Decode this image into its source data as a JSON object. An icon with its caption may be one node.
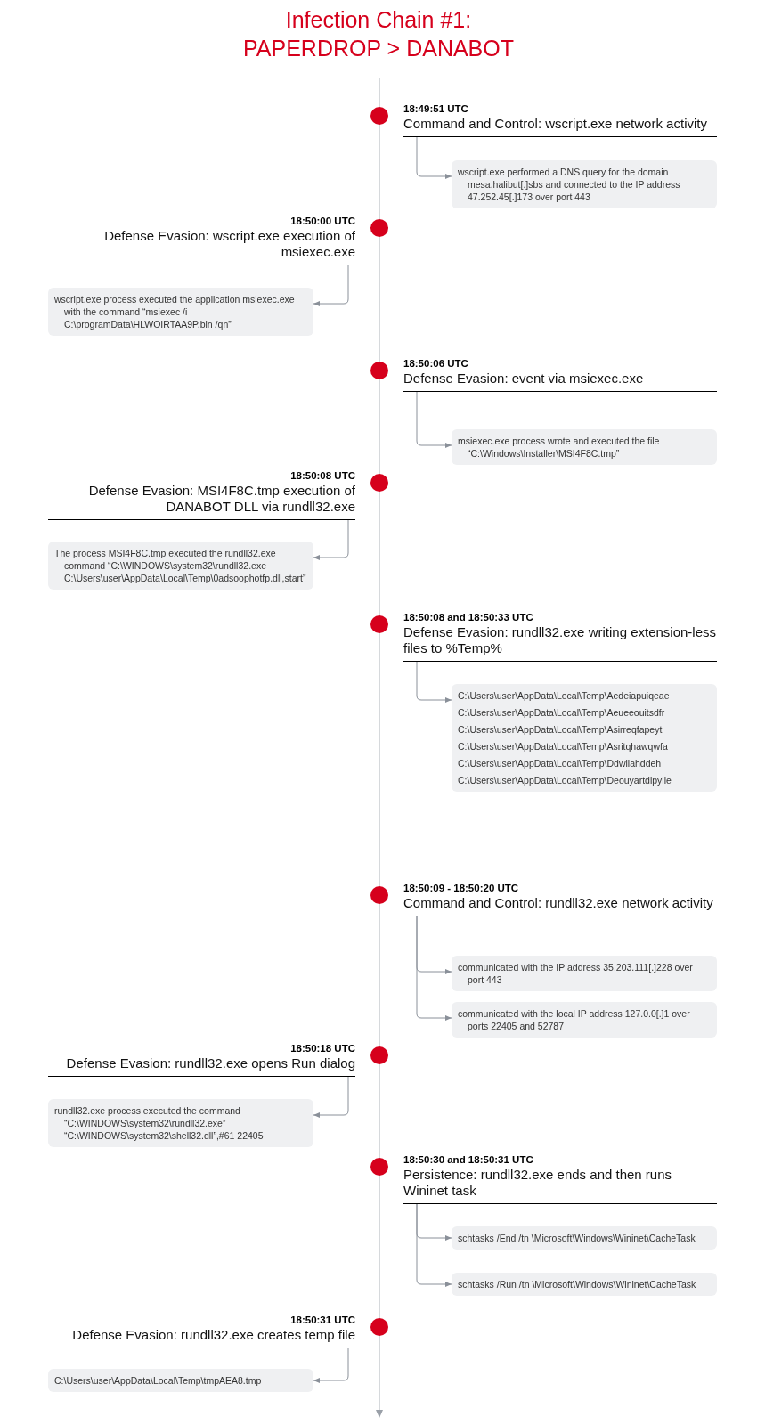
{
  "diagram": {
    "title": "Infection Chain #1: **PAPERDROP > DANABOT**",
    "nodes": [
      {
        "text": [
          "18:49:51 UTC",
          "Command and Control: wscript.exe network activity"
        ]
      },
      {
        "text": [
          "wscript.exe performed a DNS query for the domain mesa.halibut[.]sbs and connected to the IP address 47.252.45[.]173 over port 443"
        ]
      },
      {
        "text": [
          "18:50:00 UTC",
          "Defense Evasion: wscript.exe execution of msiexec.exe"
        ]
      },
      {
        "text": [
          "wscript.exe process executed the application msiexec.exe with the command “msiexec /i C:\\programData\\HLWOIRTAA9P.bin /qn”"
        ]
      },
      {
        "text": [
          "18:50:06 UTC",
          "Defense Evasion: event via msiexec.exe"
        ]
      },
      {
        "text": [
          "msiexec.exe process wrote and executed the file “C:\\Windows\\Installer\\MSI4F8C.tmp”"
        ]
      },
      {
        "text": [
          "18:50:08 UTC",
          "Defense Evasion: MSI4F8C.tmp execution of DANABOT DLL via rundll32.exe"
        ]
      },
      {
        "text": [
          "The process MSI4F8C.tmp executed the rundll32.exe command “C:\\WINDOWS\\system32\\rundll32.exe C:\\Users\\user\\AppData\\Local\\Temp\\0adsoophotfp.dll,start”"
        ]
      },
      {
        "text": [
          "18:50:08 and 18:50:33 UTC",
          "Defense Evasion: rundll32.exe writing extension-less files to %Temp%"
        ]
      },
      {
        "text": [
          "C:\\Users\\user\\AppData\\Local\\Temp\\Aedeiapuiqeae",
          "C:\\Users\\user\\AppData\\Local\\Temp\\Aeueeouitsdfr",
          "C:\\Users\\user\\AppData\\Local\\Temp\\Asirreqfapeyt",
          "C:\\Users\\user\\AppData\\Local\\Temp\\Asritqhawqwfa",
          "C:\\Users\\user\\AppData\\Local\\Temp\\Ddwiiahddeh",
          "C:\\Users\\user\\AppData\\Local\\Temp\\Deouyartdipyiie"
        ]
      },
      {
        "text": [
          "18:50:09 - 18:50:20 UTC",
          "Command and Control: rundll32.exe network activity"
        ]
      },
      {
        "text": [
          "communicated with the IP address 35.203.111[.]228 over port 443"
        ]
      },
      {
        "text": [
          "communicated with the local IP address 127.0.0[.]1 over ports 22405 and 52787"
        ]
      },
      {
        "text": [
          "18:50:18 UTC",
          "Defense Evasion: rundll32.exe opens Run dialog"
        ]
      },
      {
        "text": [
          "rundll32.exe process executed the command “C:\\WINDOWS\\system32\\rundll32.exe” “C:\\WINDOWS\\system32\\shell32.dll”,#61 22405"
        ]
      },
      {
        "text": [
          "18:50:30 and 18:50:31 UTC",
          "Persistence: rundll32.exe ends and then runs Wininet task"
        ]
      },
      {
        "text": [
          "schtasks /End /tn \\Microsoft\\Windows\\Wininet\\CacheTask"
        ]
      },
      {
        "text": [
          "schtasks /Run /tn \\Microsoft\\Windows\\Wininet\\CacheTask"
        ]
      },
      {
        "text": [
          "18:50:31 UTC",
          "Defense Evasion: rundll32.exe creates temp file"
        ]
      },
      {
        "text": [
          "C:\\Users\\user\\AppData\\Local\\Temp\\tmpAEA8.tmp"
        ]
      }
    ],
    "edges": [
      {
        "from": 0,
        "to": 1,
        "arrow": "to"
      },
      {
        "from": 2,
        "to": 3,
        "arrow": "to"
      },
      {
        "from": 4,
        "to": 5,
        "arrow": "to"
      },
      {
        "from": 6,
        "to": 7,
        "arrow": "to"
      },
      {
        "from": 8,
        "to": 9,
        "arrow": "to"
      },
      {
        "from": 10,
        "to": 11,
        "arrow": "to"
      },
      {
        "from": 10,
        "to": 12,
        "arrow": "to"
      },
      {
        "from": 13,
        "to": 14,
        "arrow": "to"
      },
      {
        "from": 15,
        "to": 16,
        "arrow": "to"
      },
      {
        "from": 15,
        "to": 17,
        "arrow": "to"
      },
      {
        "from": 18,
        "to": 19,
        "arrow": "to"
      }
    ]
  }
}
